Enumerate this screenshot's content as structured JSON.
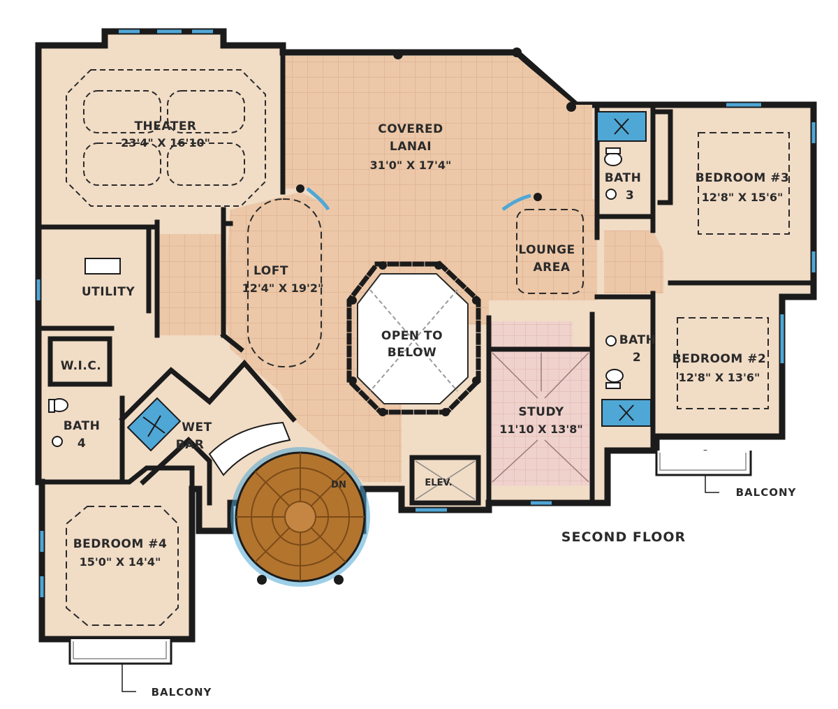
{
  "plan": {
    "title": "SECOND FLOOR",
    "colors": {
      "floor_beige": "#f1dcc6",
      "tile_peach": "#ecc8a8",
      "grid_line": "#d9a98a",
      "wall": "#1b1b1b",
      "window_blue": "#4fa7d6",
      "stair_brown": "#b3742e",
      "study_pink": "#f0d2cd",
      "white": "#ffffff"
    },
    "rooms": {
      "theater": {
        "name": "THEATER",
        "dims": "23'4\" X 16'10\""
      },
      "lanai": {
        "name_line1": "COVERED",
        "name_line2": "LANAI",
        "dims": "31'0\" X 17'4\""
      },
      "bedroom3": {
        "name": "BEDROOM #3",
        "dims": "12'8\" X 15'6\""
      },
      "bath3": {
        "name": "BATH",
        "num": "3"
      },
      "lounge": {
        "name_line1": "LOUNGE",
        "name_line2": "AREA"
      },
      "loft": {
        "name": "LOFT",
        "dims": "12'4\" X 19'2\""
      },
      "utility": {
        "name": "UTILITY"
      },
      "open_below": {
        "line1": "OPEN TO",
        "line2": "BELOW"
      },
      "wic": {
        "name": "W.I.C."
      },
      "bath2": {
        "name": "BATH",
        "num": "2"
      },
      "bedroom2": {
        "name": "BEDROOM #2",
        "dims": "12'8\" X 13'6\""
      },
      "bath4": {
        "name": "BATH",
        "num": "4"
      },
      "wetbar": {
        "line1": "WET",
        "line2": "BAR"
      },
      "study": {
        "name": "STUDY",
        "dims": "11'10 X 13'8\""
      },
      "elev": {
        "name": "ELEV."
      },
      "stair": {
        "label": "DN"
      },
      "bedroom4": {
        "name": "BEDROOM #4",
        "dims": "15'0\" X 14'4\""
      }
    },
    "balcony_right": "BALCONY",
    "balcony_left": "BALCONY"
  }
}
